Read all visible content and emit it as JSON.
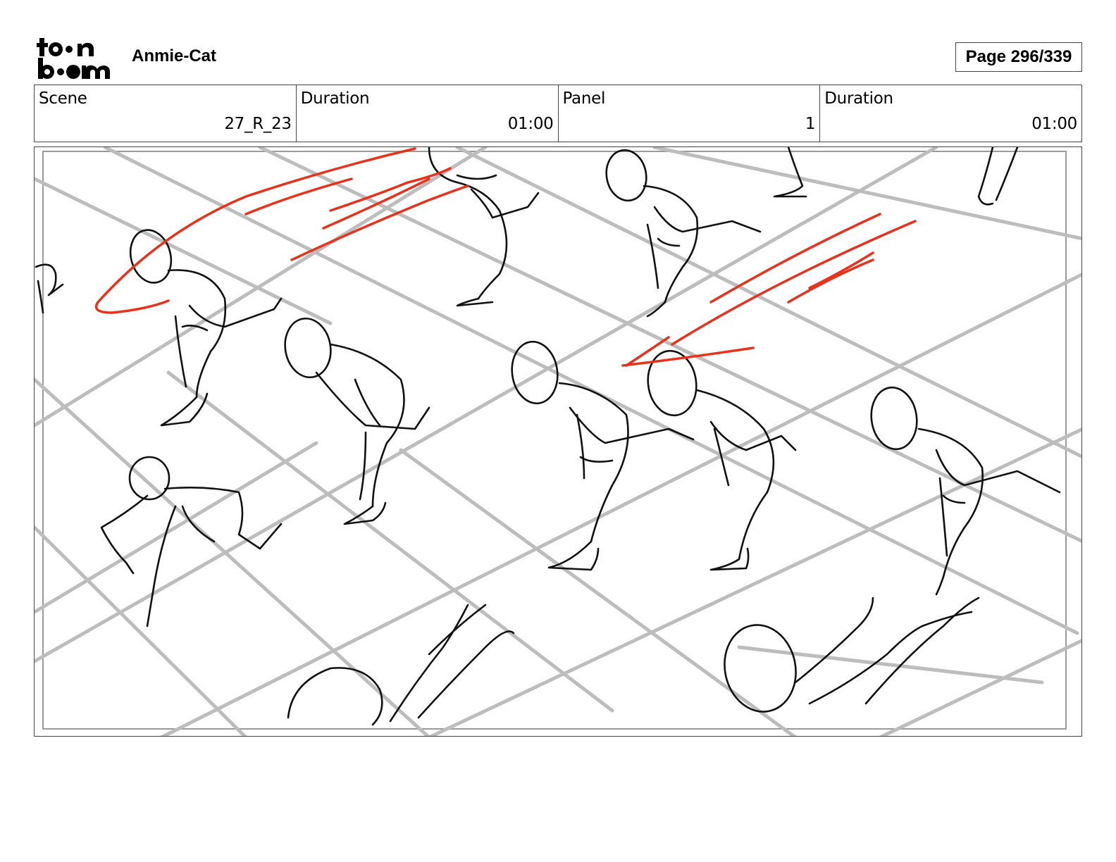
{
  "header": {
    "logo_text": "toon boom",
    "project_title": "Anmie-Cat",
    "page_label": "Page 296/339"
  },
  "info": [
    {
      "label": "Scene",
      "value": "27_R_23"
    },
    {
      "label": "Duration",
      "value": "01:00"
    },
    {
      "label": "Panel",
      "value": "1"
    },
    {
      "label": "Duration",
      "value": "01:00"
    }
  ],
  "colors": {
    "sketch_line": "#111111",
    "grid_line": "#b8b8b8",
    "motion_stroke": "#e8321c",
    "frame_border": "#444444"
  }
}
